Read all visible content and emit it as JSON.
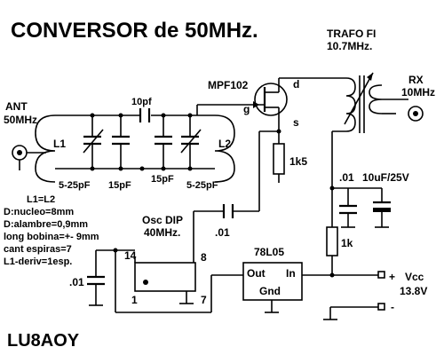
{
  "title": "CONVERSOR  de  50MHz.",
  "callsign": "LU8AOY",
  "labels": {
    "ant": "ANT",
    "ant_freq": "50MHz",
    "l1": "L1",
    "l2": "L2",
    "cap_top": "10pf",
    "trim_left": "5-25pF",
    "cap_15a": "15pF",
    "cap_15b": "15pF",
    "trim_right": "5-25pF",
    "fet": "MPF102",
    "pin_d": "d",
    "pin_g": "g",
    "pin_s": "s",
    "res_1k5": "1k5",
    "trafo": "TRAFO FI",
    "trafo_freq": "10.7MHz.",
    "rx": "RX",
    "rx_freq": "10MHz",
    "cap_01a": ".01",
    "cap_elec": "10uF/25V",
    "res_1k": "1k",
    "osc": "Osc DIP",
    "osc_freq": "40MHz.",
    "cap_01b": ".01",
    "pin_14": "14",
    "pin_8": "8",
    "pin_1": "1",
    "pin_7": "7",
    "reg": "78L05",
    "reg_out": "Out",
    "reg_in": "In",
    "reg_gnd": "Gnd",
    "cap_01c": ".01",
    "vcc": "Vcc",
    "vcc_v": "13.8V",
    "plus": "+",
    "minus": "-"
  },
  "notes": [
    "L1=L2",
    "D:nucleo=8mm",
    "D:alambre=0,9mm",
    "long bobina=+- 9mm",
    "cant espiras=7",
    "L1-deriv=1esp."
  ]
}
